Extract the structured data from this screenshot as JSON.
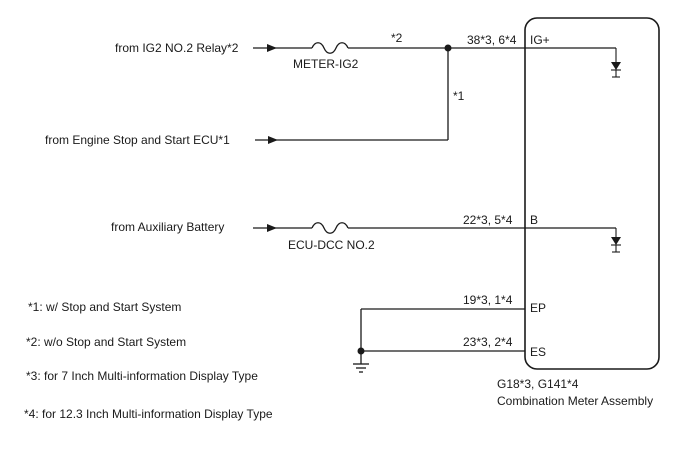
{
  "sources": {
    "ig2_relay": "from IG2 NO.2 Relay*2",
    "engine_ecu": "from Engine Stop and Start ECU*1",
    "aux_battery": "from Auxiliary Battery"
  },
  "fuses": {
    "meter_ig2": "METER-IG2",
    "ecu_dcc": "ECU-DCC NO.2"
  },
  "wire_notes": {
    "top": "*2",
    "vertical": "*1"
  },
  "pins": [
    {
      "numbers": "38*3, 6*4",
      "terminal": "IG+"
    },
    {
      "numbers": "22*3, 5*4",
      "terminal": "B"
    },
    {
      "numbers": "19*3, 1*4",
      "terminal": "EP"
    },
    {
      "numbers": "23*3, 2*4",
      "terminal": "ES"
    }
  ],
  "component": {
    "connector": "G18*3, G141*4",
    "name": "Combination Meter Assembly"
  },
  "notes": [
    "*1: w/ Stop and Start System",
    "*2: w/o Stop and Start System",
    "*3: for 7 Inch Multi-information Display Type",
    "*4: for 12.3 Inch Multi-information Display Type"
  ],
  "icons": {
    "arrow": "arrow-right-icon",
    "fuse": "fuse-icon",
    "ground": "ground-icon",
    "diode": "diode-icon",
    "junction": "junction-dot-icon"
  }
}
